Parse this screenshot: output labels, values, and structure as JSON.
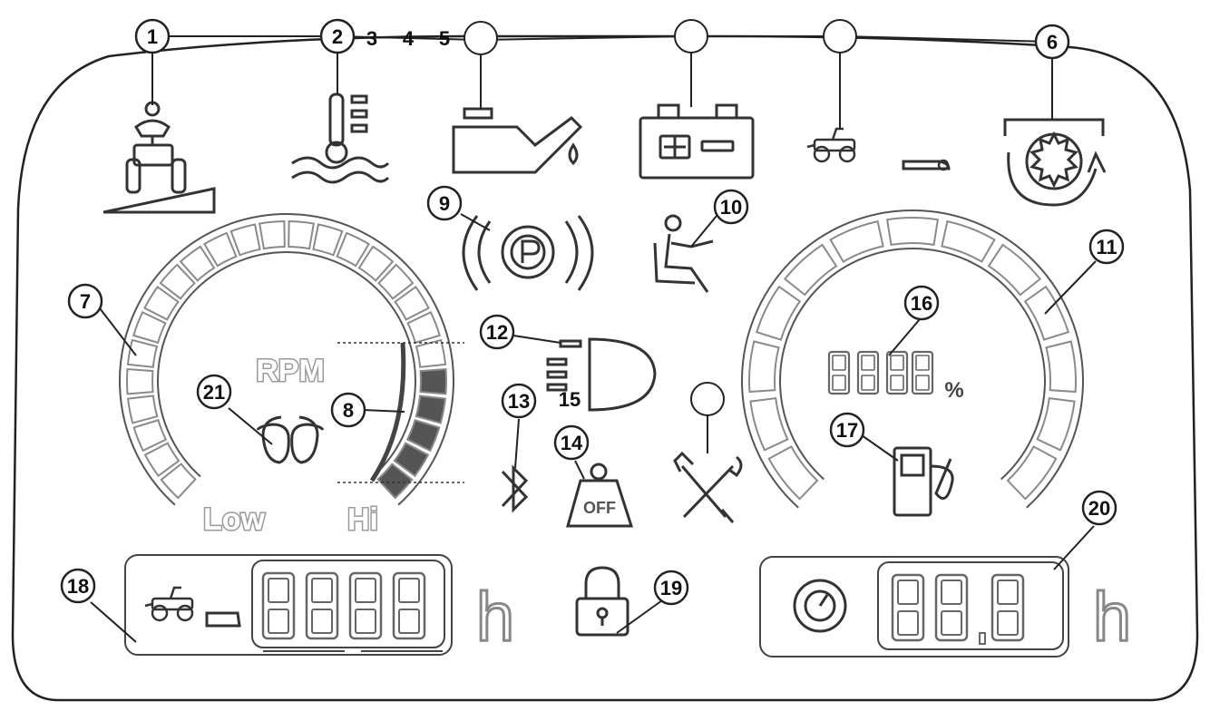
{
  "callouts": [
    "1",
    "2",
    "3",
    "4",
    "5",
    "6",
    "7",
    "8",
    "9",
    "10",
    "11",
    "12",
    "13",
    "14",
    "15",
    "16",
    "17",
    "18",
    "19",
    "20",
    "21"
  ],
  "labels": {
    "rpm": "RPM",
    "low": "Low",
    "hi": "Hi",
    "percent": "%",
    "off": "OFF",
    "hours_left": "h",
    "hours_right": "h"
  },
  "icons": [
    "slope-tilt-icon",
    "coolant-temperature-icon",
    "oil-pressure-icon",
    "battery-icon",
    "mower-deck-icon",
    "air-filter-icon",
    "parking-brake-icon",
    "seat-occupancy-icon",
    "headlight-icon",
    "bluetooth-icon",
    "weight-off-icon",
    "service-wrench-icon",
    "fuel-pump-icon",
    "mower-hours-icon",
    "lock-icon",
    "timer-icon",
    "glow-plug-icon"
  ],
  "colors": {
    "line": "#222222",
    "segment": "#8a8a8a",
    "segment_filled": "#555555",
    "label_outline": "#9a9a9a"
  }
}
